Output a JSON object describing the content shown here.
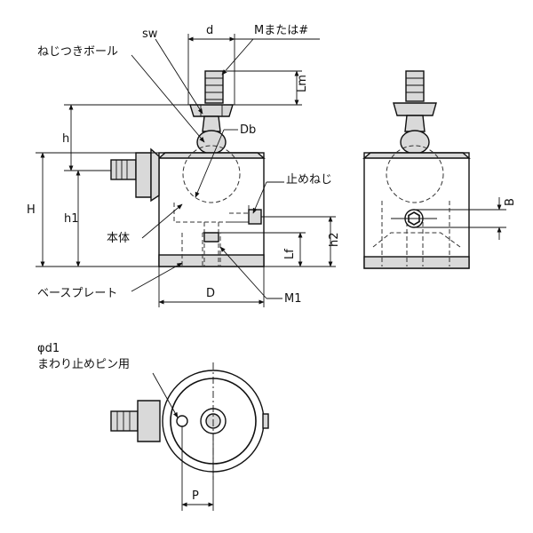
{
  "labels": {
    "sw": "sw",
    "d": "d",
    "m_or_hash": "Mまたは#",
    "threaded_ball": "ねじつきボール",
    "h": "h",
    "db": "Db",
    "lm": "Lm",
    "set_screw": "止めねじ",
    "h_total": "H",
    "h1": "h1",
    "body": "本体",
    "h2": "h2",
    "lf": "Lf",
    "base_plate": "ベースプレート",
    "d_dia": "D",
    "m1": "M1",
    "b": "B",
    "phi_d1": "φd1",
    "pin_hole": "まわり止めピン用",
    "p": "P"
  },
  "colors": {
    "line": "#111111",
    "shade": "#d9d9d9",
    "background": "#ffffff"
  }
}
